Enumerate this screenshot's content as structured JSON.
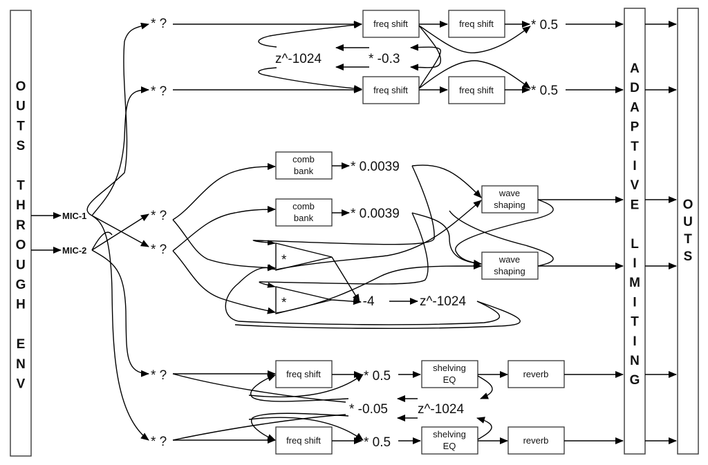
{
  "left_bar": {
    "label": "OUTS THROUGH ENV",
    "letters": [
      "O",
      "U",
      "T",
      "S",
      "",
      "T",
      "H",
      "R",
      "O",
      "U",
      "G",
      "H",
      "",
      "E",
      "N",
      "V"
    ]
  },
  "limiter_bar": {
    "label": "ADAPTIVE LIMITING",
    "letters": [
      "A",
      "D",
      "A",
      "P",
      "T",
      "I",
      "V",
      "E",
      "",
      "L",
      "I",
      "M",
      "I",
      "T",
      "I",
      "N",
      "G"
    ]
  },
  "outs_bar": {
    "label": "OUTS",
    "letters": [
      "O",
      "U",
      "T",
      "S"
    ]
  },
  "mics": [
    "MIC-1",
    "MIC-2"
  ],
  "gains": {
    "unknown": "* ?",
    "half": "* 0.5",
    "neg_point3": "* -0.3",
    "comb_gain": "* 0.0039",
    "neg4": "* -4",
    "neg_point05": "* -0.05",
    "multiply": "*"
  },
  "delays": {
    "z": "z^-1024"
  },
  "blocks": {
    "freq_shift": "freq shift",
    "comb_bank": [
      "comb",
      "bank"
    ],
    "wave_shaping": [
      "wave",
      "shaping"
    ],
    "shelving_eq": [
      "shelving",
      "EQ"
    ],
    "reverb": "reverb"
  }
}
